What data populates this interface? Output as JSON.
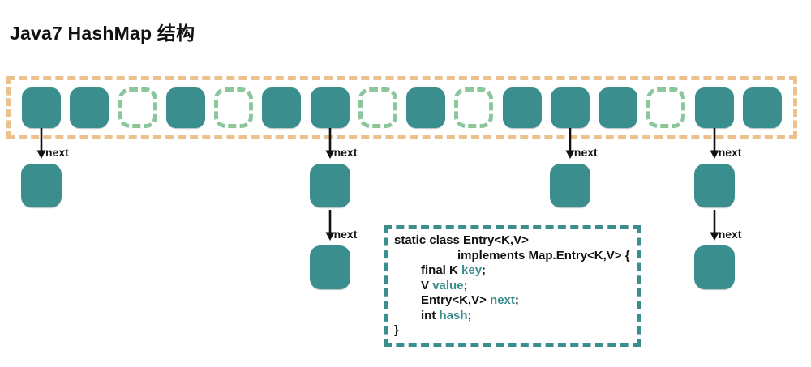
{
  "page": {
    "title": "Java7 HashMap 结构"
  },
  "colors": {
    "teal": "#3A8E8E",
    "array_border_orange": "#EBC28D",
    "empty_slot_green": "#8CC69B",
    "arrow_black": "#111111",
    "text_black": "#111111"
  },
  "bucket_array": {
    "slot_count": 16,
    "slots": [
      "filled",
      "filled",
      "empty",
      "filled",
      "empty",
      "filled",
      "filled",
      "empty",
      "filled",
      "empty",
      "filled",
      "filled",
      "filled",
      "empty",
      "filled",
      "filled"
    ]
  },
  "chains": [
    {
      "bucket_index": 0,
      "node_count": 1
    },
    {
      "bucket_index": 6,
      "node_count": 2
    },
    {
      "bucket_index": 11,
      "node_count": 1
    },
    {
      "bucket_index": 14,
      "node_count": 2
    }
  ],
  "labels": {
    "next": "next"
  },
  "code_block": {
    "line1": "static class Entry<K,V>",
    "line2": "implements Map.Entry<K,V> {",
    "line3": {
      "pre": "final K ",
      "field": "key",
      "post": ";"
    },
    "line4": {
      "pre": "V ",
      "field": "value",
      "post": ";"
    },
    "line5": {
      "pre": "Entry<K,V> ",
      "field": "next",
      "post": ";"
    },
    "line6": {
      "pre": "int ",
      "field": "hash",
      "post": ";"
    },
    "line7": "}"
  }
}
